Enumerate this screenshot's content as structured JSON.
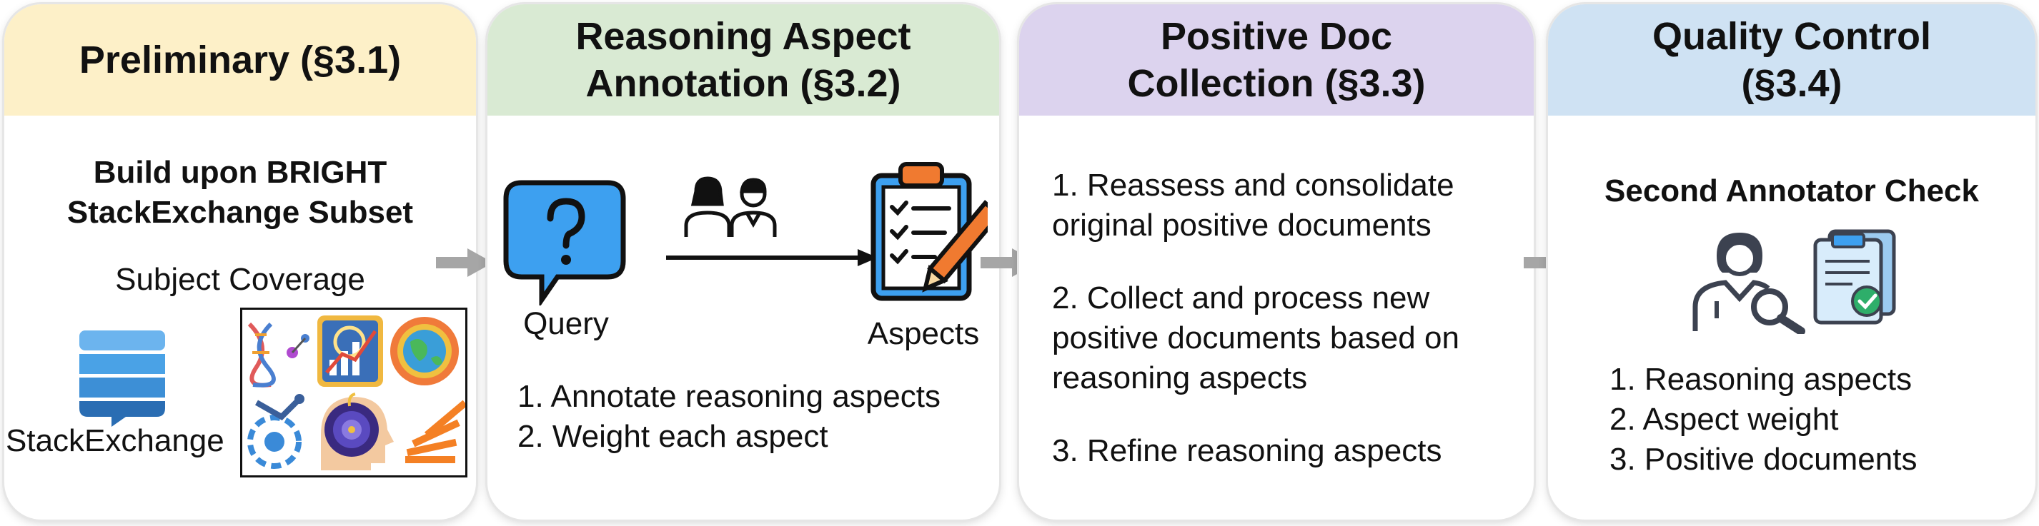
{
  "panels": [
    {
      "title_lines": [
        "Preliminary (§3.1)"
      ],
      "heading_lines": [
        "Build upon BRIGHT",
        "StackExchange Subset"
      ],
      "subheading": "Subject Coverage",
      "logo_label": "StackExchange"
    },
    {
      "title_lines": [
        "Reasoning Aspect",
        "Annotation (§3.2)"
      ],
      "query_label": "Query",
      "aspects_label": "Aspects",
      "steps": [
        "1. Annotate reasoning aspects",
        "2. Weight each aspect"
      ]
    },
    {
      "title_lines": [
        "Positive Doc",
        "Collection (§3.3)"
      ],
      "steps": [
        [
          "1. Reassess and consolidate",
          "original positive documents"
        ],
        [
          "2. Collect and process new",
          "positive documents based on",
          "reasoning aspects"
        ],
        [
          "3. Refine reasoning aspects"
        ]
      ]
    },
    {
      "title_lines": [
        "Quality Control",
        "(§3.4)"
      ],
      "heading": "Second Annotator Check",
      "steps": [
        "1. Reasoning aspects",
        "2. Aspect weight",
        "3. Positive documents"
      ]
    }
  ],
  "colors": {
    "header_1": "#fdf0c8",
    "header_2": "#d9ead3",
    "header_3": "#dcd3ee",
    "header_4": "#cfe2f3",
    "arrow": "#a6a6a6",
    "query_bubble": "#3da0f0",
    "stackexchange_blue": "#3d8fd6"
  },
  "icons": [
    "stackexchange-logo",
    "question-bubble-icon",
    "annotators-icon",
    "clipboard-checklist-icon",
    "doctor-magnifier-icon",
    "documents-check-icon"
  ]
}
